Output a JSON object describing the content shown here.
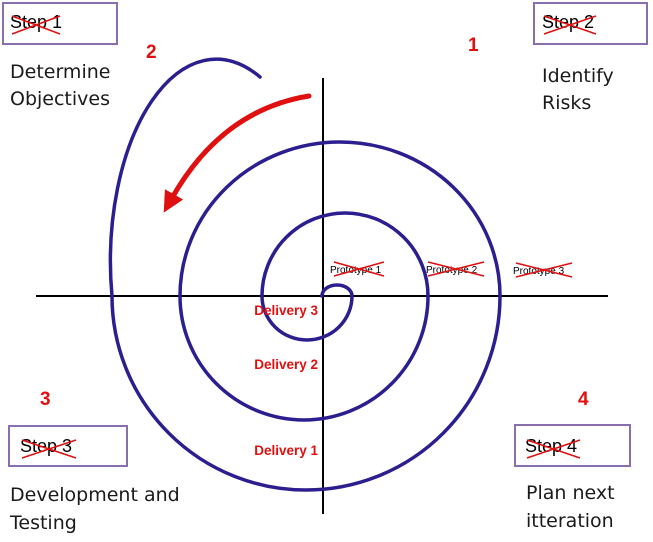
{
  "colors": {
    "spiral": "#2b1f8f",
    "arrow": "#e01010",
    "box_border": "#8a6fae",
    "strike": "#e01010",
    "axis": "#000000",
    "number": "#e01010"
  },
  "steps": [
    {
      "box_label": "Step 1",
      "number": "2",
      "phase_lines": [
        "Determine",
        "Objectives"
      ]
    },
    {
      "box_label": "Step 2",
      "number": "1",
      "phase_lines": [
        "Identify",
        "Risks"
      ]
    },
    {
      "box_label": "Step 3",
      "number": "3",
      "phase_lines": [
        "Development and",
        "Testing"
      ]
    },
    {
      "box_label": "Step 4",
      "number": "4",
      "phase_lines": [
        "Plan next",
        "itteration"
      ]
    }
  ],
  "deliveries": [
    "Delivery 3",
    "Delivery 2",
    "Delivery 1"
  ],
  "prototypes": [
    "Prototype 1",
    "Prototype 2",
    "Prototype 3"
  ]
}
